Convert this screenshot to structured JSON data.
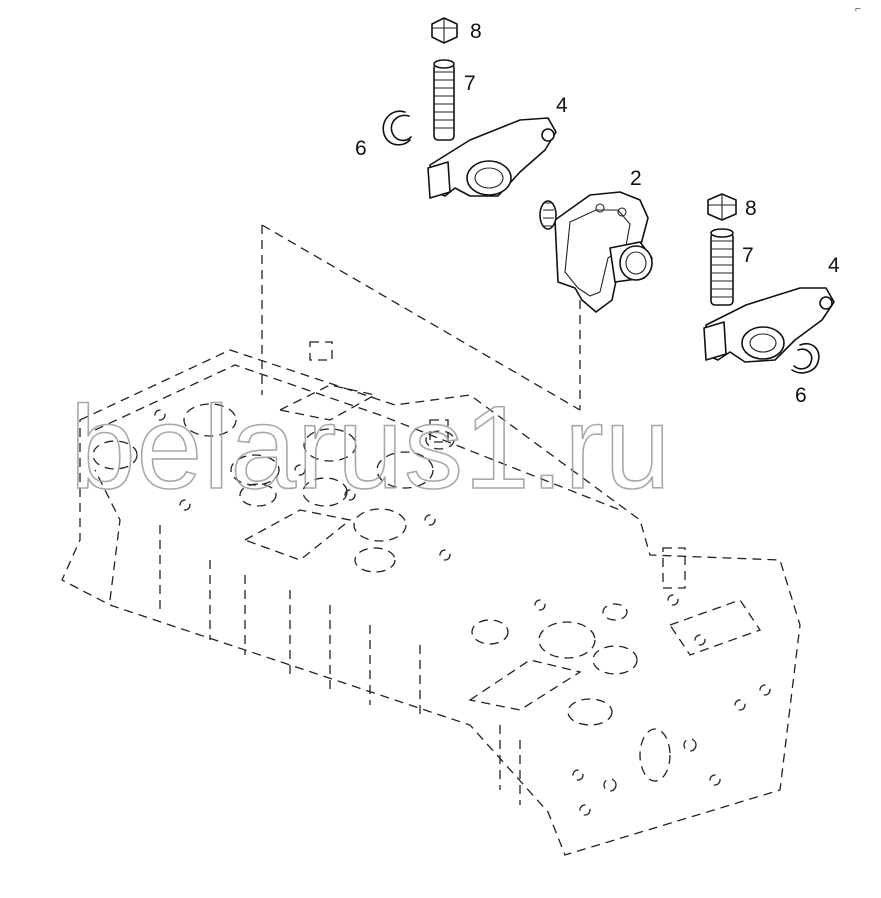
{
  "watermark": "belarus1.ru",
  "corner_mark": "⌐",
  "callouts": {
    "nut_top": "8",
    "stud_top": "7",
    "rocker_top": "4",
    "ring_top": "6",
    "bracket": "2",
    "nut_right": "8",
    "stud_right": "7",
    "rocker_right": "4",
    "ring_right": "6"
  }
}
